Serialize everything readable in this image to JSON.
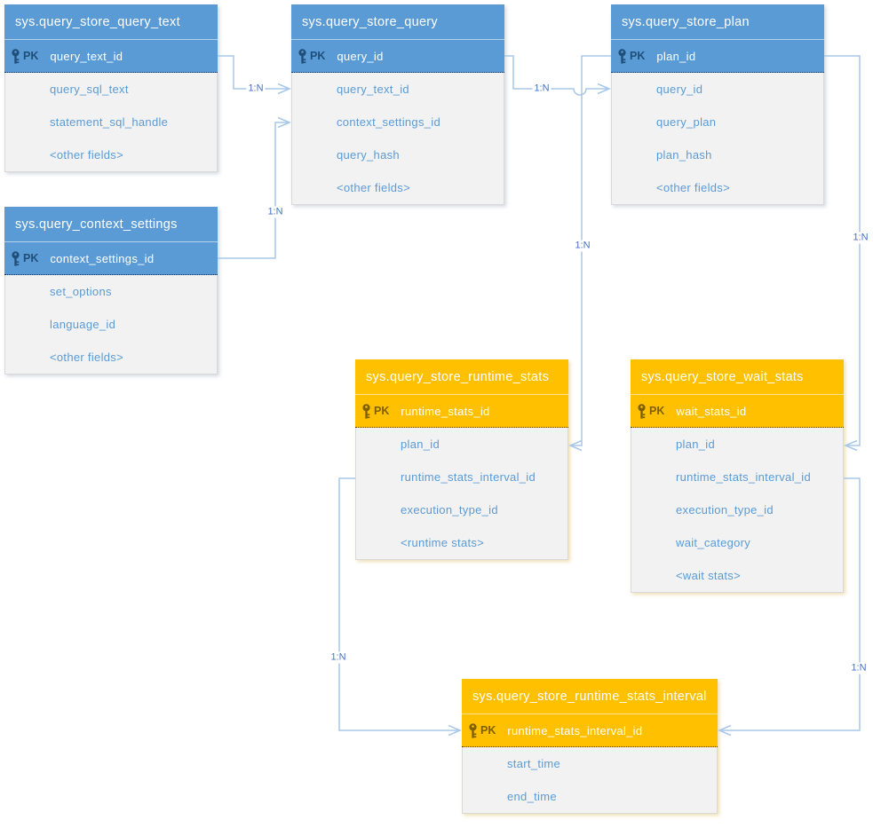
{
  "diagram": {
    "kind": "entity-relationship-diagram",
    "subject": "SQL Server Query Store catalog views"
  },
  "colors": {
    "blue_header": "#5B9BD5",
    "orange_header": "#FFC000",
    "body_background": "#F2F2F2",
    "field_text": "#5B9BD5",
    "connector_line": "#A9C7E8",
    "relationship_label_text": "#4472C4",
    "pk_icon_blue": "#1F4E79",
    "pk_icon_orange": "#7F6000"
  },
  "tables": [
    {
      "name": "sys.query_store_query_text",
      "theme": "blue",
      "pk_label": "PK",
      "pk_field": "query_text_id",
      "fields": [
        "query_sql_text",
        "statement_sql_handle",
        "<other fields>"
      ]
    },
    {
      "name": "sys.query_store_query",
      "theme": "blue",
      "pk_label": "PK",
      "pk_field": "query_id",
      "fields": [
        "query_text_id",
        "context_settings_id",
        "query_hash",
        "<other fields>"
      ]
    },
    {
      "name": "sys.query_store_plan",
      "theme": "blue",
      "pk_label": "PK",
      "pk_field": "plan_id",
      "fields": [
        "query_id",
        "query_plan",
        "plan_hash",
        "<other fields>"
      ]
    },
    {
      "name": "sys.query_context_settings",
      "theme": "blue",
      "pk_label": "PK",
      "pk_field": "context_settings_id",
      "fields": [
        "set_options",
        "language_id",
        "<other fields>"
      ]
    },
    {
      "name": "sys.query_store_runtime_stats",
      "theme": "orange",
      "pk_label": "PK",
      "pk_field": "runtime_stats_id",
      "fields": [
        "plan_id",
        "runtime_stats_interval_id",
        "execution_type_id",
        "<runtime stats>"
      ]
    },
    {
      "name": "sys.query_store_wait_stats",
      "theme": "orange",
      "pk_label": "PK",
      "pk_field": "wait_stats_id",
      "fields": [
        "plan_id",
        "runtime_stats_interval_id",
        "execution_type_id",
        "wait_category",
        "<wait stats>"
      ]
    },
    {
      "name": "sys.query_store_runtime_stats_interval",
      "theme": "orange",
      "pk_label": "PK",
      "pk_field": "runtime_stats_interval_id",
      "fields": [
        "start_time",
        "end_time"
      ]
    }
  ],
  "relationships": [
    {
      "label": "1:N",
      "from": "sys.query_store_query_text.query_text_id",
      "to": "sys.query_store_query.query_text_id"
    },
    {
      "label": "1:N",
      "from": "sys.query_context_settings.context_settings_id",
      "to": "sys.query_store_query.context_settings_id"
    },
    {
      "label": "1:N",
      "from": "sys.query_store_query.query_id",
      "to": "sys.query_store_plan.query_id"
    },
    {
      "label": "1:N",
      "from": "sys.query_store_plan.plan_id",
      "to": "sys.query_store_runtime_stats.plan_id"
    },
    {
      "label": "1:N",
      "from": "sys.query_store_plan.plan_id",
      "to": "sys.query_store_wait_stats.plan_id"
    },
    {
      "label": "1:N",
      "from": "sys.query_store_runtime_stats.runtime_stats_interval_id",
      "to": "sys.query_store_runtime_stats_interval.runtime_stats_interval_id"
    },
    {
      "label": "1:N",
      "from": "sys.query_store_wait_stats.runtime_stats_interval_id",
      "to": "sys.query_store_runtime_stats_interval.runtime_stats_interval_id"
    }
  ]
}
